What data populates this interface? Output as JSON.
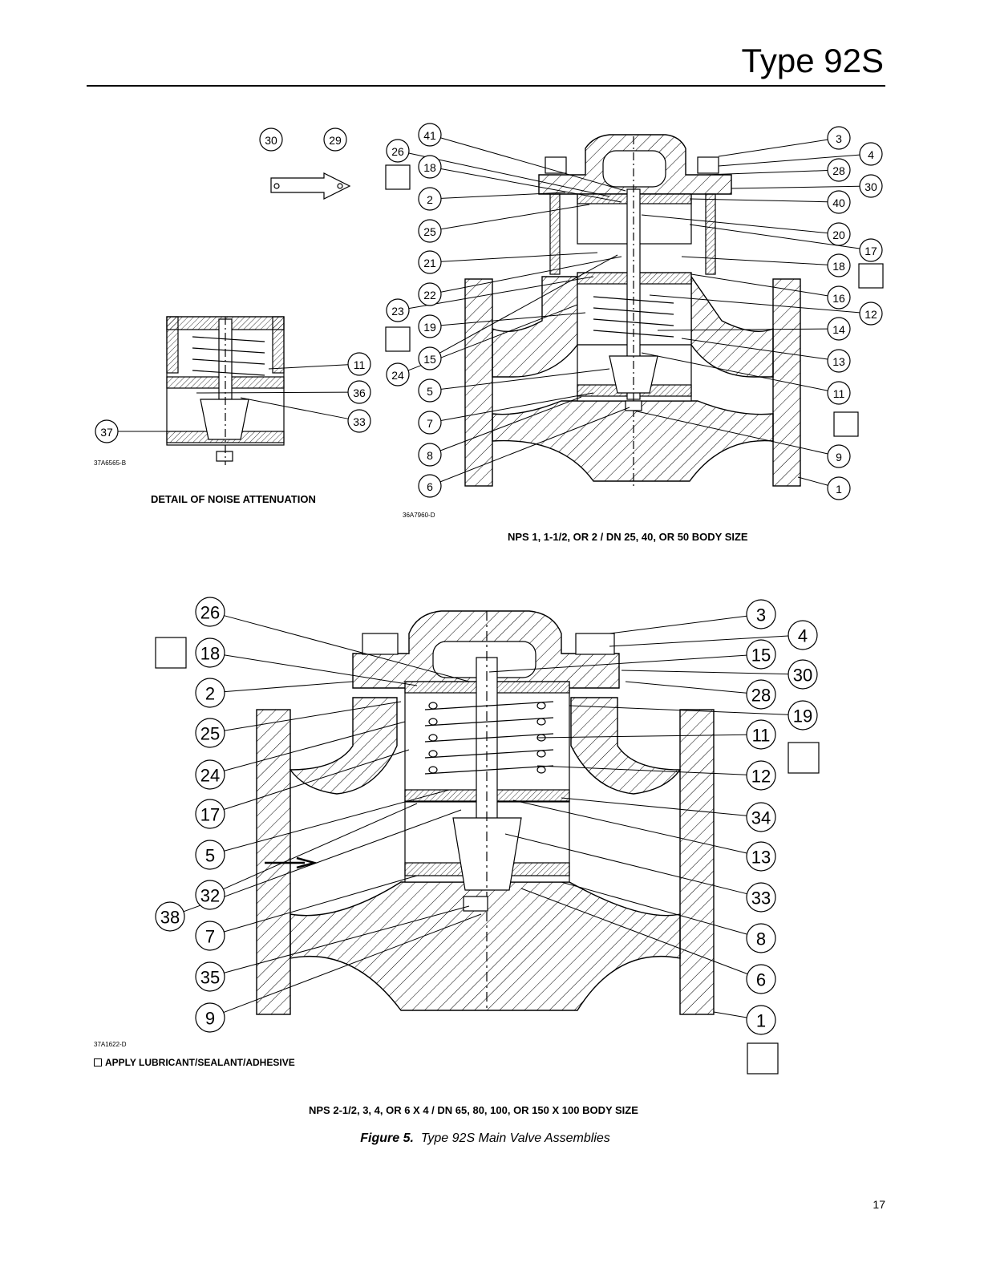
{
  "header": {
    "title": "Type 92S"
  },
  "detail_view": {
    "caption": "DETAIL OF NOISE ATTENUATION",
    "drawing_code": "37A6565-B",
    "callouts": [
      "30",
      "29",
      "11",
      "36",
      "33",
      "37"
    ]
  },
  "small_view": {
    "caption": "NPS 1, 1-1/2, OR 2 / DN 25, 40, OR 50 BODY SIZE",
    "drawing_code": "36A7960-D",
    "callouts": [
      "41",
      "26",
      "18",
      "2",
      "25",
      "21",
      "22",
      "23",
      "19",
      "15",
      "24",
      "5",
      "7",
      "8",
      "6",
      "3",
      "4",
      "28",
      "30",
      "40",
      "20",
      "17",
      "18",
      "16",
      "12",
      "14",
      "13",
      "11",
      "9",
      "1"
    ]
  },
  "large_view": {
    "caption": "NPS 2-1/2, 3, 4, OR 6 X 4 / DN 65, 80, 100, OR 150 X 100 BODY SIZE",
    "drawing_code": "37A1622-D",
    "callouts": [
      "26",
      "18",
      "2",
      "25",
      "24",
      "17",
      "5",
      "32",
      "38",
      "7",
      "35",
      "9",
      "3",
      "4",
      "15",
      "30",
      "28",
      "19",
      "11",
      "12",
      "34",
      "13",
      "33",
      "8",
      "6",
      "1"
    ]
  },
  "legend": {
    "label": "APPLY LUBRICANT/SEALANT/ADHESIVE"
  },
  "figure": {
    "number": "Figure 5.",
    "title": "Type 92S Main Valve Assemblies"
  },
  "footer": {
    "page_number": "17"
  }
}
